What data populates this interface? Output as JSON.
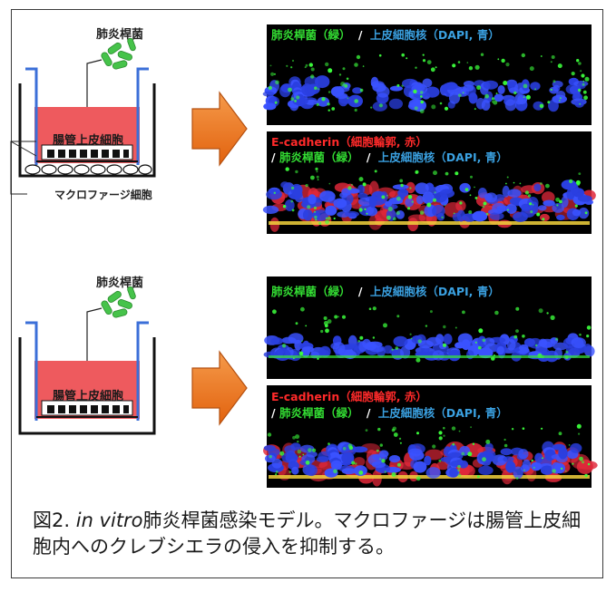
{
  "figure": {
    "top": {
      "bacteria_label": "肺炎桿菌",
      "epithelium_label": "腸管上皮細胞",
      "macrophage_label": "マクロファージ細胞",
      "panel1": {
        "label_green": "肺炎桿菌（緑）",
        "slash": "/",
        "label_blue": "上皮細胞核（DAPI, 青）"
      },
      "panel2": {
        "label_red": "E-cadherin（細胞輪郭, 赤）",
        "slash": "/",
        "label_green": "肺炎桿菌（緑）",
        "slash2": "/",
        "label_blue": "上皮細胞核（DAPI, 青）"
      }
    },
    "bottom": {
      "bacteria_label": "肺炎桿菌",
      "epithelium_label": "腸管上皮細胞",
      "panel1": {
        "label_green": "肺炎桿菌（緑）",
        "slash": "/",
        "label_blue": "上皮細胞核（DAPI, 青）"
      },
      "panel2": {
        "label_red": "E-cadherin（細胞輪郭, 赤）",
        "slash": "/",
        "label_green": "肺炎桿菌（緑）",
        "slash2": "/",
        "label_blue": "上皮細胞核（DAPI, 青）"
      }
    },
    "caption": {
      "prefix": "図2.",
      "italic": "in vitro",
      "rest": "肺炎桿菌感染モデル。マクロファージは腸管上皮細胞内へのクレブシエラの侵入を抑制する。"
    },
    "colors": {
      "green": "#33dd33",
      "blue_text": "#3aa0e0",
      "red_text": "#ff2a2a",
      "medium": "#ee5a5e",
      "arrow": "#f07a1e",
      "well_wall": "#3b6fd8"
    }
  }
}
